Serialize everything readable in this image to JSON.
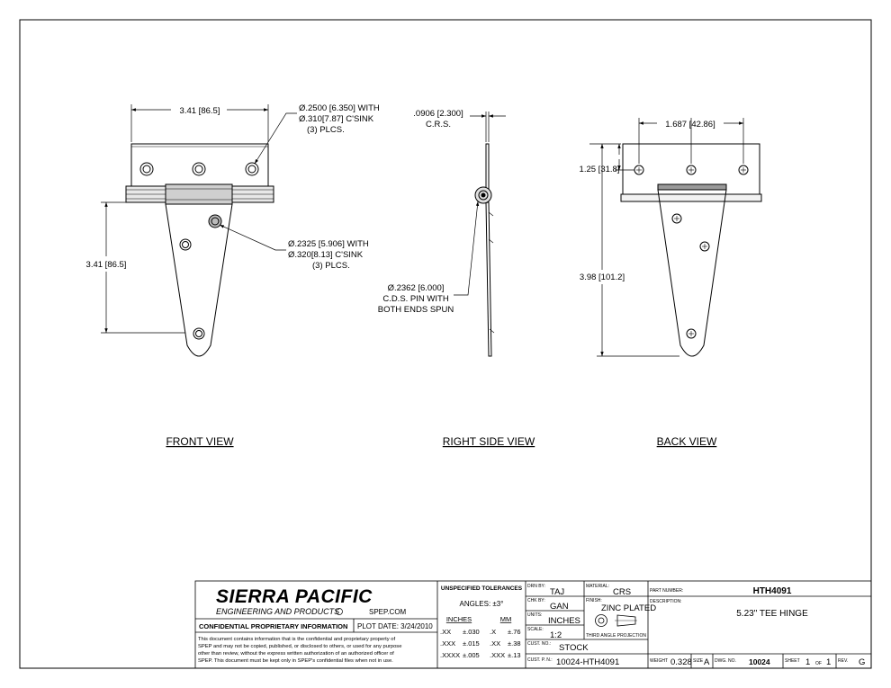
{
  "views": {
    "front": {
      "title": "FRONT VIEW",
      "dim_width": "3.41 [86.5]",
      "dim_height": "3.41 [86.5]",
      "note_top": [
        "Ø.2500 [6.350] WITH",
        "Ø.310[7.87] C'SINK",
        "(3) PLCS."
      ],
      "note_mid": [
        "Ø.2325 [5.906] WITH",
        "Ø.320[8.13] C'SINK",
        "(3) PLCS."
      ]
    },
    "side": {
      "title": "RIGHT SIDE VIEW",
      "dim_thickness": [
        ".0906 [2.300]",
        "C.R.S."
      ],
      "note_pin": [
        "Ø.2362 [6.000]",
        "C.D.S. PIN WITH",
        "BOTH ENDS SPUN"
      ]
    },
    "back": {
      "title": "BACK VIEW",
      "dim_hole_spacing": "1.687 [42.86]",
      "dim_leaf": "1.25 [31.8]",
      "dim_overall": "3.98 [101.2]"
    }
  },
  "title_block": {
    "company": "SIERRA PACIFIC",
    "subtitle": "ENGINEERING AND PRODUCTS",
    "website": "SPEP.COM",
    "confidential_label": "CONFIDENTIAL PROPRIETARY INFORMATION",
    "plot_date": "PLOT DATE: 3/24/2010",
    "disclaimer": [
      "This document contains information that is the confidential and proprietary property of",
      "SPEP and may not be copied, published, or disclosed to others, or used for any purpose",
      "other than review, without the express written authorization of an authorized officer of",
      "SPEP. This document must be kept only in SPEP's confidential files when not in use."
    ],
    "tolerances": {
      "heading": "UNSPECIFIED TOLERANCES",
      "angles": "ANGLES: ±3°",
      "inches_label": "INCHES",
      "mm_label": "MM",
      "rows": [
        {
          "in_fmt": ".XX",
          "in_tol": "±.030",
          "mm_fmt": ".X",
          "mm_tol": "±.76"
        },
        {
          "in_fmt": ".XXX",
          "in_tol": "±.015",
          "mm_fmt": ".XX",
          "mm_tol": "±.38"
        },
        {
          "in_fmt": ".XXXX",
          "in_tol": "±.005",
          "mm_fmt": ".XXX",
          "mm_tol": "±.13"
        }
      ]
    },
    "fields": {
      "drn_by_label": "DRN BY:",
      "drn_by": "TAJ",
      "chk_by_label": "CHK BY:",
      "chk_by": "GAN",
      "units_label": "UNITS:",
      "units": "INCHES",
      "scale_label": "SCALE:",
      "scale": "1:2",
      "cust_no_label": "CUST. NO.:",
      "cust_no": "STOCK",
      "cust_pn_label": "CUST. P. N.:",
      "cust_pn": "10024-HTH4091",
      "material_label": "MATERIAL:",
      "material": "CRS",
      "finish_label": "FINISH:",
      "finish": "ZINC PLATED",
      "projection_label": "THIRD ANGLE PROJECTION",
      "part_number_label": "PART NUMBER:",
      "part_number": "HTH4091",
      "description_label": "DESCRIPTION:",
      "description": "5.23\" TEE HINGE",
      "weight_label": "WEIGHT",
      "weight": "0.328",
      "size_label": "SIZE",
      "size": "A",
      "dwg_no_label": "DWG. NO.",
      "dwg_no": "10024",
      "sheet_label": "SHEET",
      "sheet": "1",
      "of_label": "OF",
      "sheet_total": "1",
      "rev_label": "REV.",
      "rev": "G"
    }
  }
}
